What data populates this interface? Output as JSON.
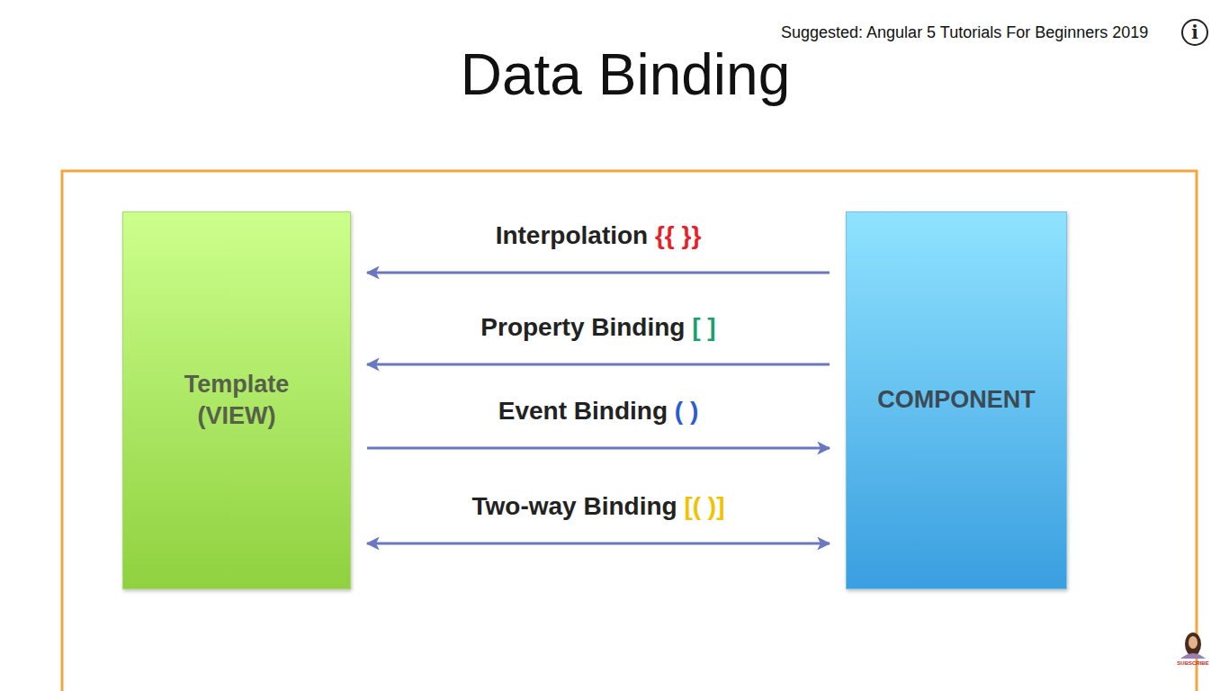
{
  "diagram": {
    "title": "Data Binding",
    "nodes": [
      {
        "text": [
          "Template (VIEW)"
        ]
      },
      {
        "text": [
          "COMPONENT"
        ]
      }
    ],
    "edges": [
      {
        "from": 1,
        "to": 0,
        "arrow": "to",
        "label": "Interpolation {{ }}"
      },
      {
        "from": 1,
        "to": 0,
        "arrow": "to",
        "label": "Property Binding [ ]"
      },
      {
        "from": 0,
        "to": 1,
        "arrow": "to",
        "label": "Event Binding ( )"
      },
      {
        "from": 0,
        "to": 1,
        "arrow": "both",
        "label": "Two-way Binding [( )]"
      }
    ],
    "labels": [
      "Suggested: Angular 5 Tutorials For Beginners 2019",
      "i",
      "SUBSCRIBE"
    ]
  }
}
